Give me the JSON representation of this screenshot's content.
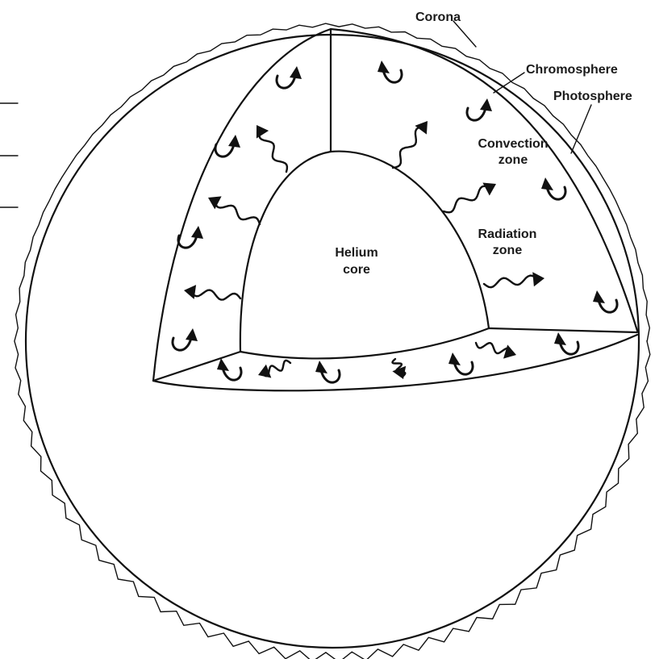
{
  "labels": {
    "corona": "Corona",
    "chromosphere": "Chromosphere",
    "photosphere": "Photosphere",
    "convection_line1": "Convection",
    "convection_line2": "zone",
    "radiation_line1": "Radiation",
    "radiation_line2": "zone",
    "core_line1": "Helium",
    "core_line2": "core"
  },
  "colors": {
    "ink": "#111111",
    "paper": "#ffffff"
  }
}
